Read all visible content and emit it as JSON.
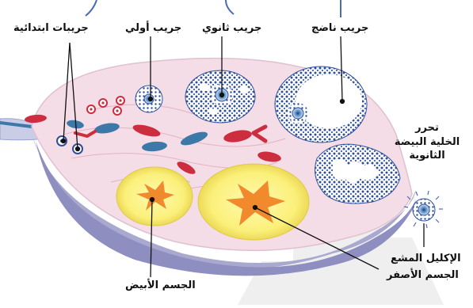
{
  "labels": {
    "primary_follicles": "جريبات ابتدائية",
    "primordial_follicle": "جريب أولي",
    "secondary_follicle": "جريب ثانوي",
    "mature_follicle": "جريب ناضج",
    "ovulation_line1": "تحرر",
    "ovulation_line2": "الخلية البيضة",
    "ovulation_line3": "الثانوية",
    "corona_radiata": "الإكليل المشع",
    "corpus_luteum": "الجسم الأصفر",
    "corpus_albicans": "الجسم الأبيض"
  },
  "colors": {
    "ovary_fill": "#f4dde6",
    "ovary_shadow": "#a9a9cf",
    "stroma_line": "#e2aebf",
    "vessel_red": "#cc2d3f",
    "vessel_blue": "#3d79a8",
    "follicle_cells": "#2f4f9a",
    "oocyte": "#5b8fc9",
    "corpus_yellow": "#fbf07a",
    "corpus_center": "#f08a2c",
    "watermark": "#efefef"
  }
}
